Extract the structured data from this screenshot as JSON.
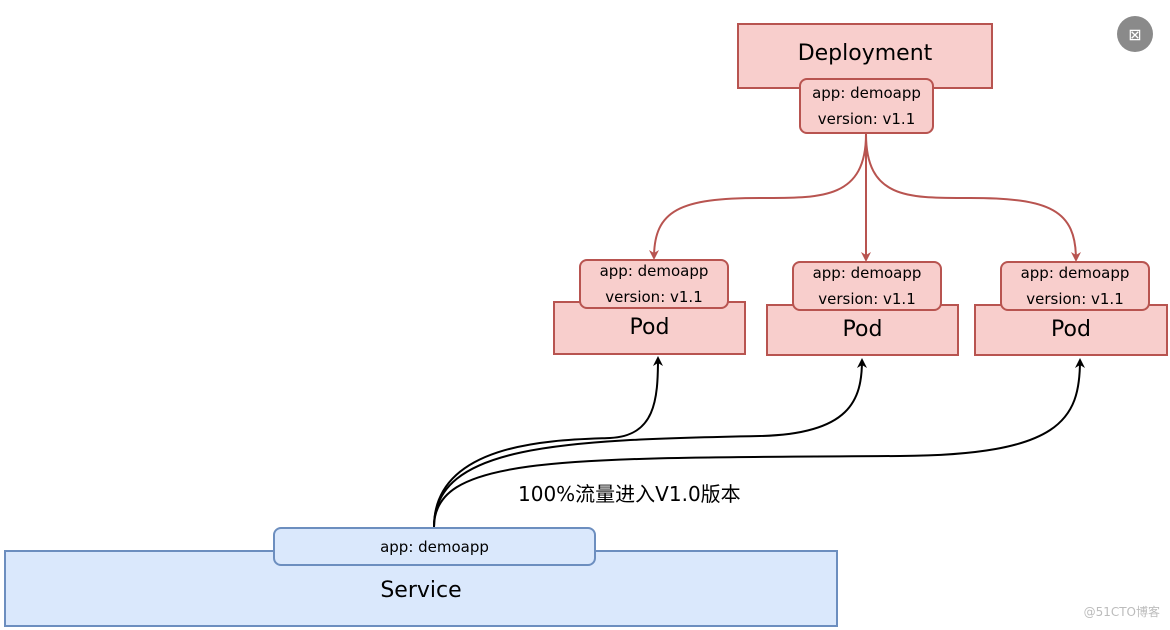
{
  "deployment": {
    "title": "Deployment",
    "labels": [
      "app: demoapp",
      "version: v1.1"
    ]
  },
  "pods": [
    {
      "title": "Pod",
      "labels": [
        "app: demoapp",
        "version: v1.1"
      ]
    },
    {
      "title": "Pod",
      "labels": [
        "app: demoapp",
        "version: v1.1"
      ]
    },
    {
      "title": "Pod",
      "labels": [
        "app: demoapp",
        "version: v1.1"
      ]
    }
  ],
  "service": {
    "title": "Service",
    "label": "app: demoapp"
  },
  "traffic_note": "100%流量进入V1.0版本",
  "colors": {
    "red_fill": "#f8cecc",
    "red_stroke": "#b85450",
    "blue_fill": "#dae8fc",
    "blue_stroke": "#6c8ebf"
  },
  "ui": {
    "close_icon": "close-icon",
    "watermark": "@51CTO博客"
  }
}
